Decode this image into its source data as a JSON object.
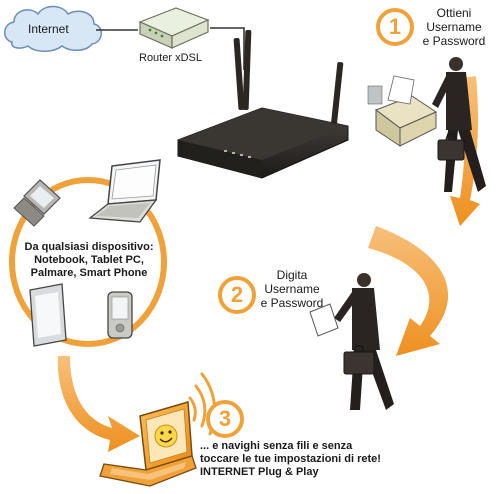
{
  "colors": {
    "accent_orange": "#f0a23a",
    "cloud_blue": "#cfe2f3",
    "router_dark": "#2b2824",
    "figure_dark": "#2a2523"
  },
  "internet": {
    "label": "Internet"
  },
  "router_xdsl": {
    "label": "Router xDSL"
  },
  "step1": {
    "number": "1",
    "lines": [
      "Ottieni",
      "Username",
      "e Password"
    ]
  },
  "step2": {
    "number": "2",
    "lines": [
      "Digita",
      "Username",
      "e Password"
    ]
  },
  "step3": {
    "number": "3",
    "lines": [
      "... e navighi senza fili e senza",
      "toccare le tue impostazioni di rete!",
      "INTERNET Plug & Play"
    ]
  },
  "devices": {
    "lines": [
      "Da qualsiasi dispositivo:",
      "Notebook, Tablet PC,",
      "Palmare, Smart Phone"
    ]
  },
  "icons": [
    "cloud-icon",
    "modem-icon",
    "wireless-router-icon",
    "ticket-printer-icon",
    "businessman-icon",
    "smartphone-icon",
    "laptop-icon",
    "tablet-icon",
    "pda-icon",
    "smiley-laptop-icon",
    "wifi-waves-icon"
  ]
}
